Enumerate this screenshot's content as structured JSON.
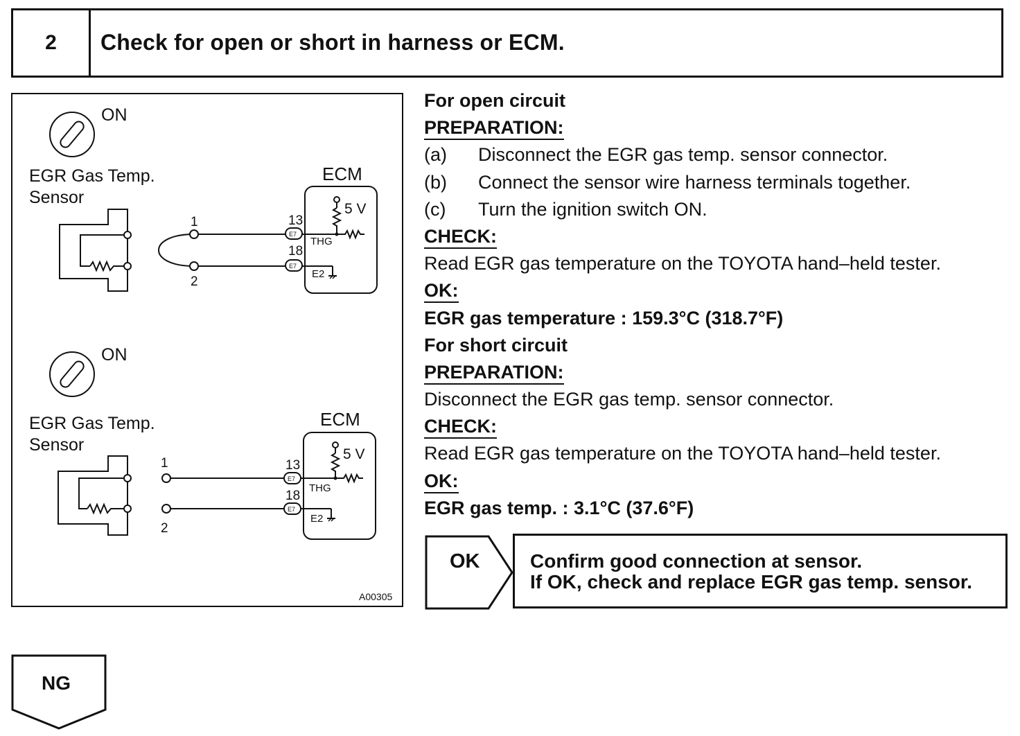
{
  "header": {
    "step_number": "2",
    "title": "Check for open or short in harness or ECM."
  },
  "diagram": {
    "top": {
      "switch_label": "ON",
      "sensor_label_line1": "EGR Gas Temp.",
      "sensor_label_line2": "Sensor",
      "ecm_label": "ECM",
      "wire1_label": "1",
      "wire2_label": "2",
      "pin1_number": "13",
      "pin2_number": "18",
      "connector_label": "E7",
      "voltage_label": "5 V",
      "signal_label": "THG",
      "ground_label": "E2"
    },
    "bottom": {
      "switch_label": "ON",
      "sensor_label_line1": "EGR Gas Temp.",
      "sensor_label_line2": "Sensor",
      "ecm_label": "ECM",
      "wire1_label": "1",
      "wire2_label": "2",
      "pin1_number": "13",
      "pin2_number": "18",
      "connector_label": "E7",
      "voltage_label": "5 V",
      "signal_label": "THG",
      "ground_label": "E2"
    },
    "figure_code": "A00305"
  },
  "instructions": {
    "open_title": "For open circuit",
    "open_prep_label": "PREPARATION:",
    "open_steps": [
      {
        "marker": "(a)",
        "text": "Disconnect the EGR gas temp. sensor connector."
      },
      {
        "marker": "(b)",
        "text": "Connect the sensor wire harness terminals together."
      },
      {
        "marker": "(c)",
        "text": "Turn the ignition switch ON."
      }
    ],
    "open_check_label": "CHECK:",
    "open_check_text": "Read EGR gas temperature on the TOYOTA hand–held tester.",
    "open_ok_label": "OK:",
    "open_ok_text": "EGR gas temperature : 159.3°C (318.7°F)",
    "short_title": "For short circuit",
    "short_prep_label": "PREPARATION:",
    "short_prep_text": "Disconnect the EGR gas temp. sensor connector.",
    "short_check_label": "CHECK:",
    "short_check_text": "Read EGR gas temperature on the TOYOTA hand–held tester.",
    "short_ok_label": "OK:",
    "short_ok_text": "EGR gas temp. : 3.1°C (37.6°F)"
  },
  "ok_result": {
    "tag": "OK",
    "line1": "Confirm good connection at sensor.",
    "line2": "If OK, check and replace EGR gas temp. sensor."
  },
  "ng_result": {
    "tag": "NG"
  }
}
